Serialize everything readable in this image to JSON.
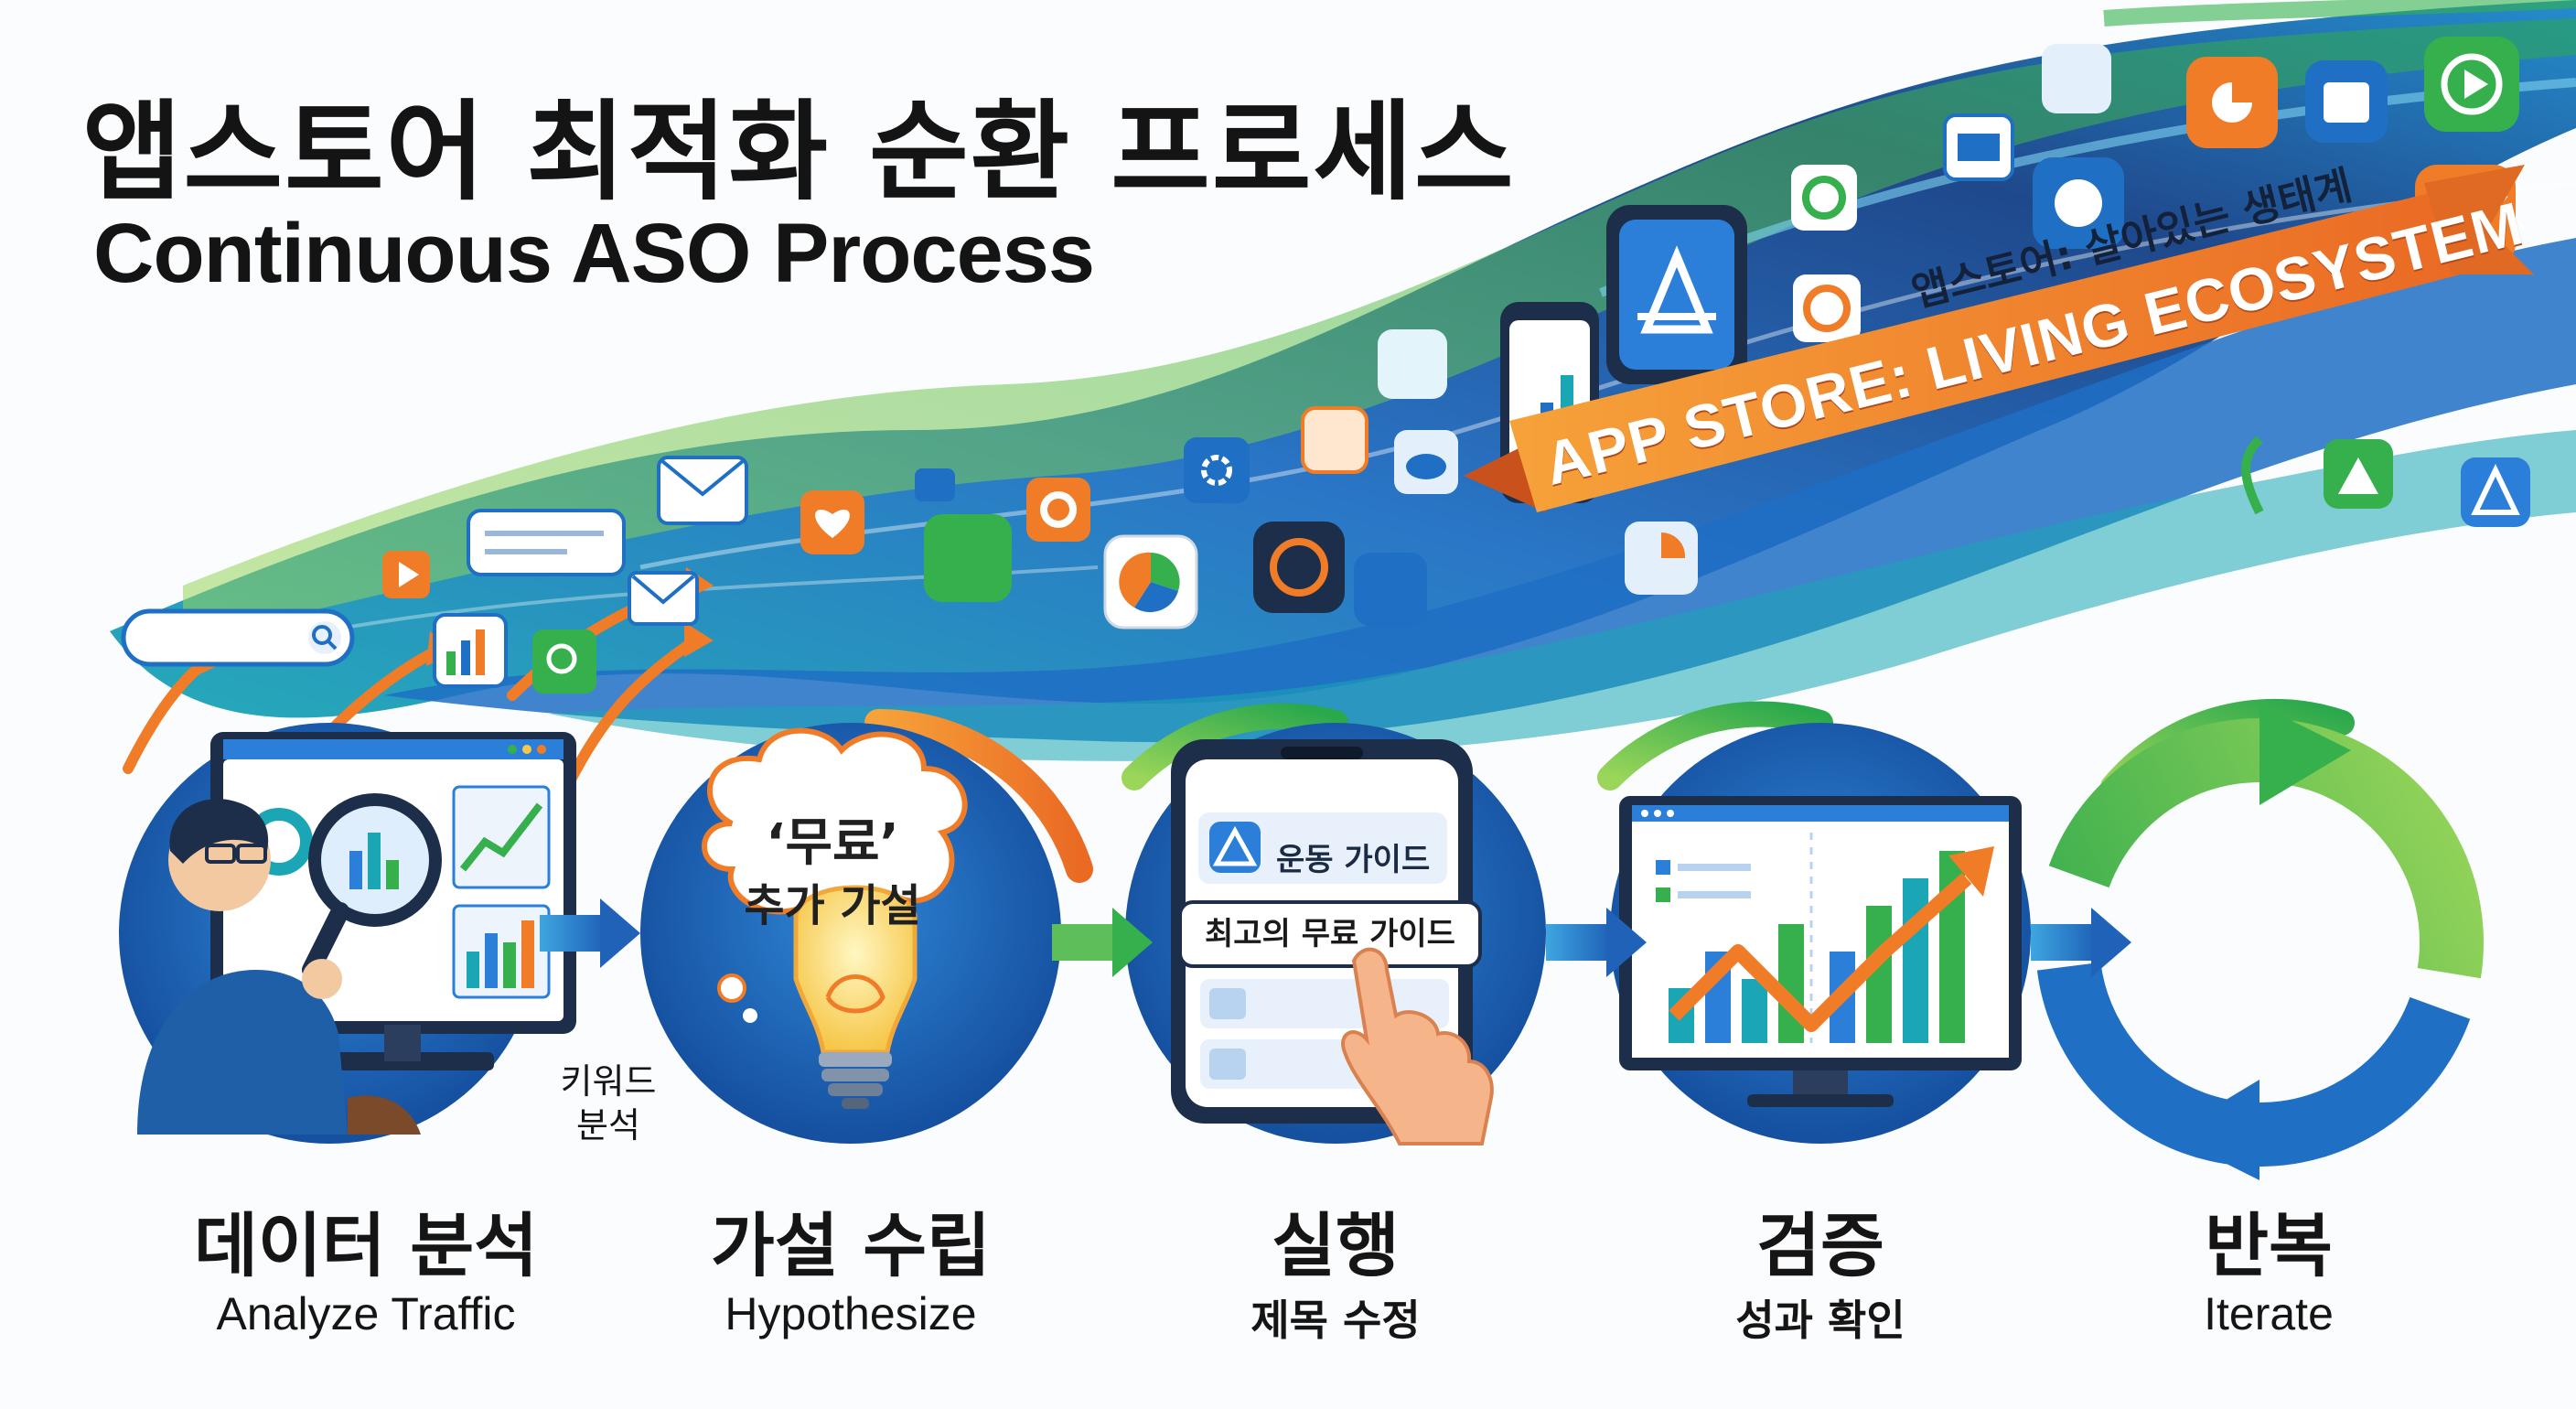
{
  "title": {
    "korean": "앱스토어 최적화 순환 프로세스",
    "english": "Continuous ASO Process"
  },
  "banner": {
    "subtitle": "앱스토어: 살아있는 생태계",
    "main": "APP STORE: LIVING ECOSYSTEM"
  },
  "steps": [
    {
      "korean": "데이터 분석",
      "english": "Analyze Traffic",
      "note": "키워드\n분석",
      "icon": "analyst-magnifier-icon"
    },
    {
      "korean": "가설 수립",
      "english": "Hypothesize",
      "bubble_line1": "‘무료’",
      "bubble_line2": "추가 가설",
      "icon": "lightbulb-icon"
    },
    {
      "korean": "실행",
      "english": "제목 수정",
      "app_label": "운동 가이드",
      "new_title": "최고의 무료 가이드",
      "icon": "smartphone-tap-icon"
    },
    {
      "korean": "검증",
      "english": "성과 확인",
      "icon": "growth-chart-icon"
    },
    {
      "korean": "반복",
      "english": "Iterate",
      "icon": "cycle-arrows-icon"
    }
  ],
  "colors": {
    "blue": "#1f6fc4",
    "teal": "#1aa6b5",
    "green": "#36b04c",
    "orange": "#f07c27",
    "navy": "#123a70"
  }
}
